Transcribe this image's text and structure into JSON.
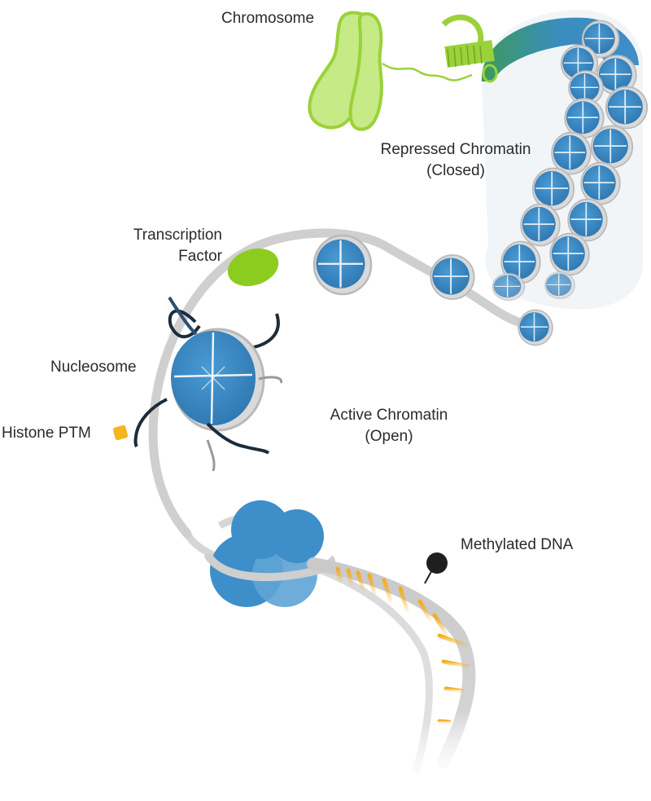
{
  "labels": {
    "chromosome": "Chromosome",
    "repressed_line1": "Repressed Chromatin",
    "repressed_line2": "(Closed)",
    "tf_line1": "Transcription",
    "tf_line2": "Factor",
    "nucleosome": "Nucleosome",
    "histone_ptm": "Histone PTM",
    "active_line1": "Active Chromatin",
    "active_line2": "(Open)",
    "methylated_dna": "Methylated DNA"
  },
  "colors": {
    "histone_blue": "#3e8ec9",
    "histone_dark": "#2f77b1",
    "dna_grey": "#c9c9c9",
    "chromosome_green": "#9bd13a",
    "tf_green": "#8ccc1f",
    "ptm_yellow": "#f4b520",
    "base_orange": "#f6ad1f",
    "methyl_black": "#1f1f1f",
    "tail_dark": "#1c2c3a"
  },
  "icons": [
    "chromosome-icon",
    "nucleosome-icon",
    "transcription-factor-icon",
    "histone-ptm-icon",
    "methyl-group-icon",
    "dna-helix-icon"
  ]
}
